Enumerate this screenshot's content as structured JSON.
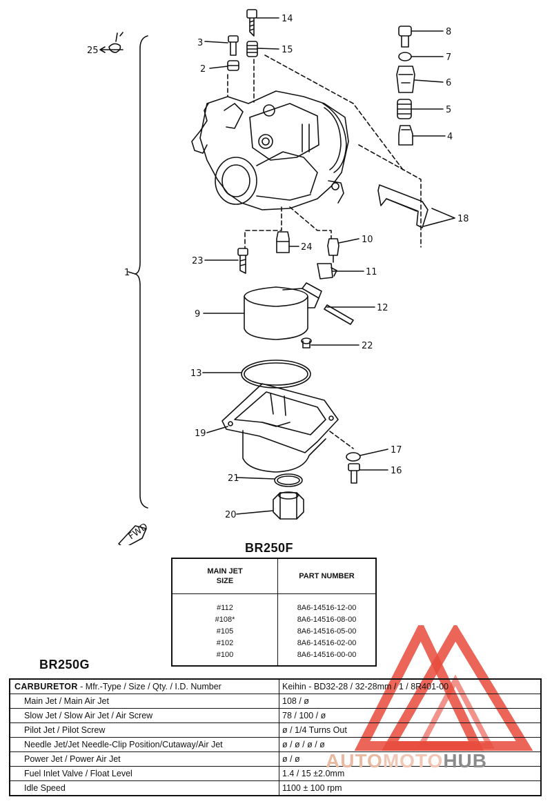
{
  "callouts": {
    "c1": "1",
    "c2": "2",
    "c3": "3",
    "c4": "4",
    "c5": "5",
    "c6": "6",
    "c7": "7",
    "c8": "8",
    "c9": "9",
    "c10": "10",
    "c11": "11",
    "c12": "12",
    "c13": "13",
    "c14": "14",
    "c15": "15",
    "c16": "16",
    "c17": "17",
    "c18": "18",
    "c19": "19",
    "c20": "20",
    "c21": "21",
    "c22": "22",
    "c23": "23",
    "c24": "24",
    "c25": "25"
  },
  "fwd_label": "FWD",
  "br250f": {
    "title": "BR250F",
    "header_size_l1": "MAIN JET",
    "header_size_l2": "SIZE",
    "header_part": "PART NUMBER",
    "rows": [
      {
        "size": "#112",
        "part": "8A6-14516-12-00"
      },
      {
        "size": "#108*",
        "part": "8A6-14516-08-00"
      },
      {
        "size": "#105",
        "part": "8A6-14516-05-00"
      },
      {
        "size": "#102",
        "part": "8A6-14516-02-00"
      },
      {
        "size": "#100",
        "part": "8A6-14516-00-00"
      }
    ]
  },
  "br250g": {
    "title": "BR250G",
    "header_label_bold": "CARBURETOR",
    "header_label_rest": " - Mfr.-Type / Size / Qty. / I.D. Number",
    "header_value": "Keihin - BD32-28 / 32-28mm / 1 / 8R401-00",
    "rows": [
      {
        "label": "Main Jet / Main Air Jet",
        "value": "108 / ø"
      },
      {
        "label": "Slow Jet / Slow Air Jet / Air Screw",
        "value": "78 / 100 / ø"
      },
      {
        "label": "Pilot Jet / Pilot Screw",
        "value": "ø / 1/4 Turns Out"
      },
      {
        "label": "Needle Jet/Jet Needle-Clip Position/Cutaway/Air Jet",
        "value": "ø / ø / ø / ø"
      },
      {
        "label": "Power Jet / Power Air Jet",
        "value": "ø / ø"
      },
      {
        "label": "Fuel Inlet Valve / Float Level",
        "value": "1.4 / 15 ±2.0mm"
      },
      {
        "label": "Idle Speed",
        "value": "1100 ± 100 rpm"
      }
    ]
  },
  "watermark": {
    "part1": "AUTO",
    "part2": "MOTO",
    "part3": "HUB",
    "colors": {
      "triangle": "#e84b3c",
      "auto": "#e9b9a2",
      "moto": "#f1c6b4",
      "hub": "#8b8b8b"
    }
  }
}
